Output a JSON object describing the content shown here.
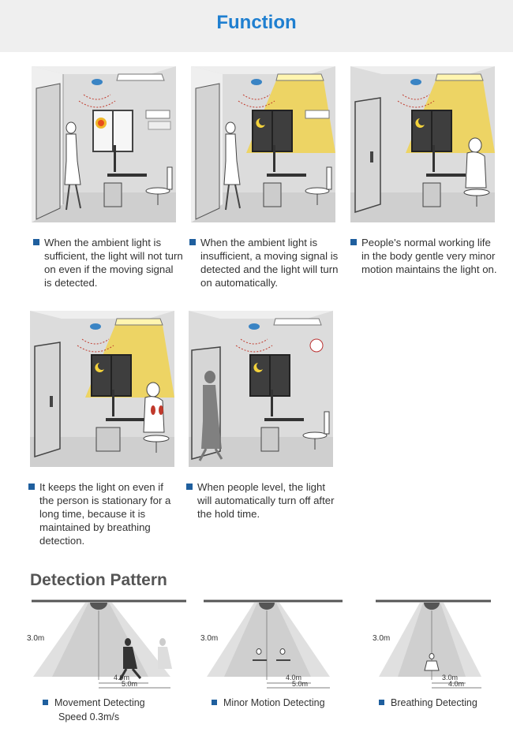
{
  "header": {
    "title": "Function"
  },
  "captions": [
    {
      "text": "When the ambient light is sufficient, the light will not turn on even if the moving signal is detected."
    },
    {
      "text": "When the ambient light is insufficient, a moving signal is detected and the light will turn on automatically."
    },
    {
      "text": "People's  normal working life in the body gentle very minor motion maintains the light on."
    },
    {
      "text": "It keeps the light on even if the person is stationary for a long time, because it is maintained by breathing detection."
    },
    {
      "text": "When people level, the light will automatically turn off after the hold time."
    }
  ],
  "detection": {
    "title": "Detection Pattern",
    "patterns": [
      {
        "label": "Movement Detecting",
        "sublabel": "Speed 0.3m/s",
        "height": "3.0m",
        "inner": "4.0m",
        "outer": "5.0m"
      },
      {
        "label": "Minor Motion Detecting",
        "height": "3.0m",
        "inner": "4.0m",
        "outer": "5.0m"
      },
      {
        "label": "Breathing Detecting",
        "height": "3.0m",
        "inner": "3.0m",
        "outer": "4.0m"
      }
    ]
  },
  "colors": {
    "accent": "#1f7fd0",
    "bullet": "#1f5f9e",
    "light": "#f3d23c",
    "header_bg": "#efefef"
  }
}
